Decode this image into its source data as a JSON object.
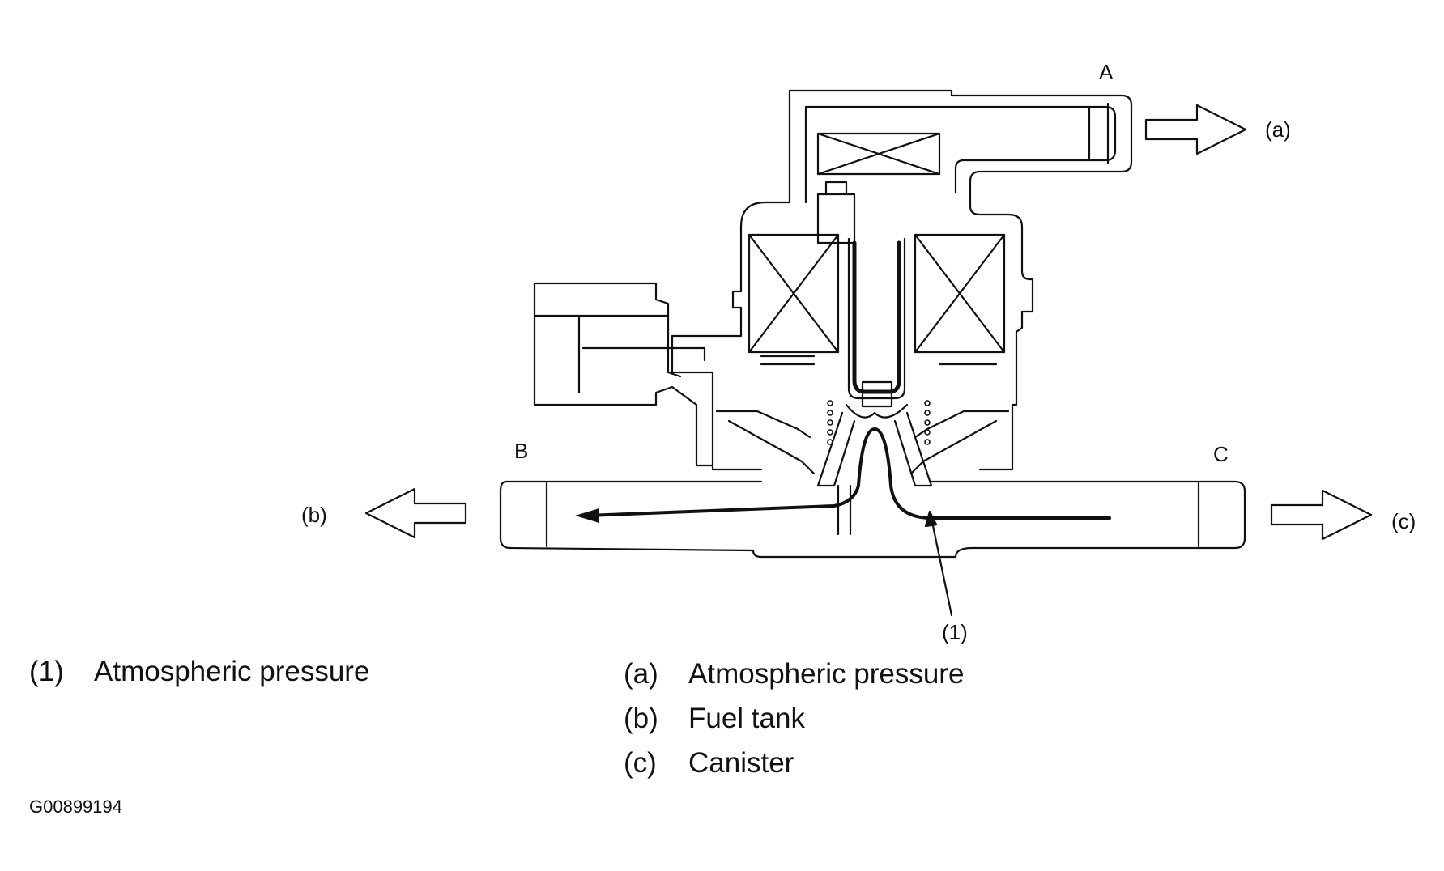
{
  "diagram": {
    "port_labels": {
      "A": "A",
      "B": "B",
      "C": "C"
    },
    "flow_labels": {
      "a": "(a)",
      "b": "(b)",
      "c": "(c)"
    },
    "callouts": [
      {
        "key": "(1)"
      }
    ]
  },
  "legend": {
    "left": [
      {
        "key": "(1)",
        "text": "Atmospheric pressure"
      }
    ],
    "right": [
      {
        "key": "(a)",
        "text": "Atmospheric pressure"
      },
      {
        "key": "(b)",
        "text": "Fuel tank"
      },
      {
        "key": "(c)",
        "text": "Canister"
      }
    ]
  },
  "figure_id": "G00899194",
  "colors": {
    "line": "#111111",
    "background": "#ffffff"
  }
}
